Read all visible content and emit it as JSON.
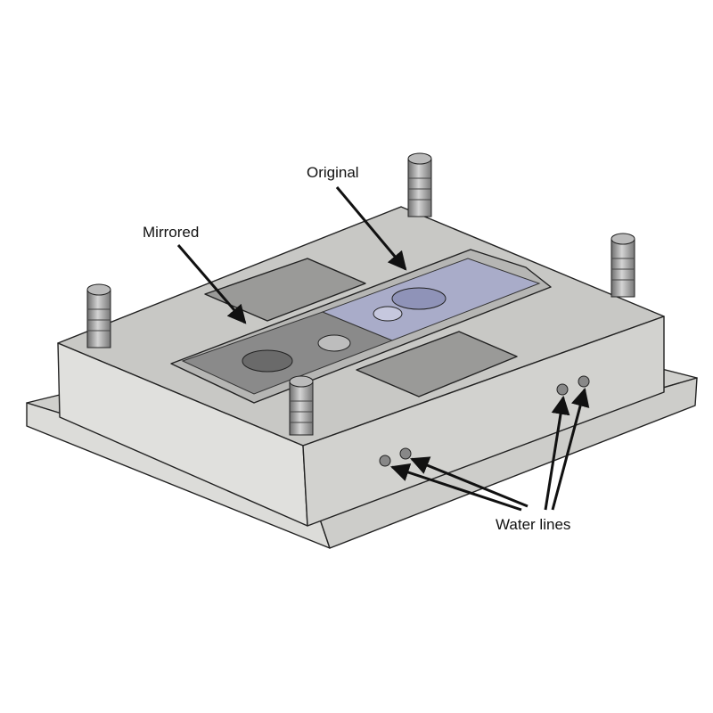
{
  "figure": {
    "labels": {
      "original": "Original",
      "mirrored": "Mirrored",
      "water_lines": "Water lines"
    },
    "colors": {
      "plate_top": "#c9c9c6",
      "plate_side": "#d8d8d5",
      "plate_front": "#e2e2df",
      "cavity_gray": "#8a8a8a",
      "cavity_blue": "#a9acc9"
    }
  }
}
